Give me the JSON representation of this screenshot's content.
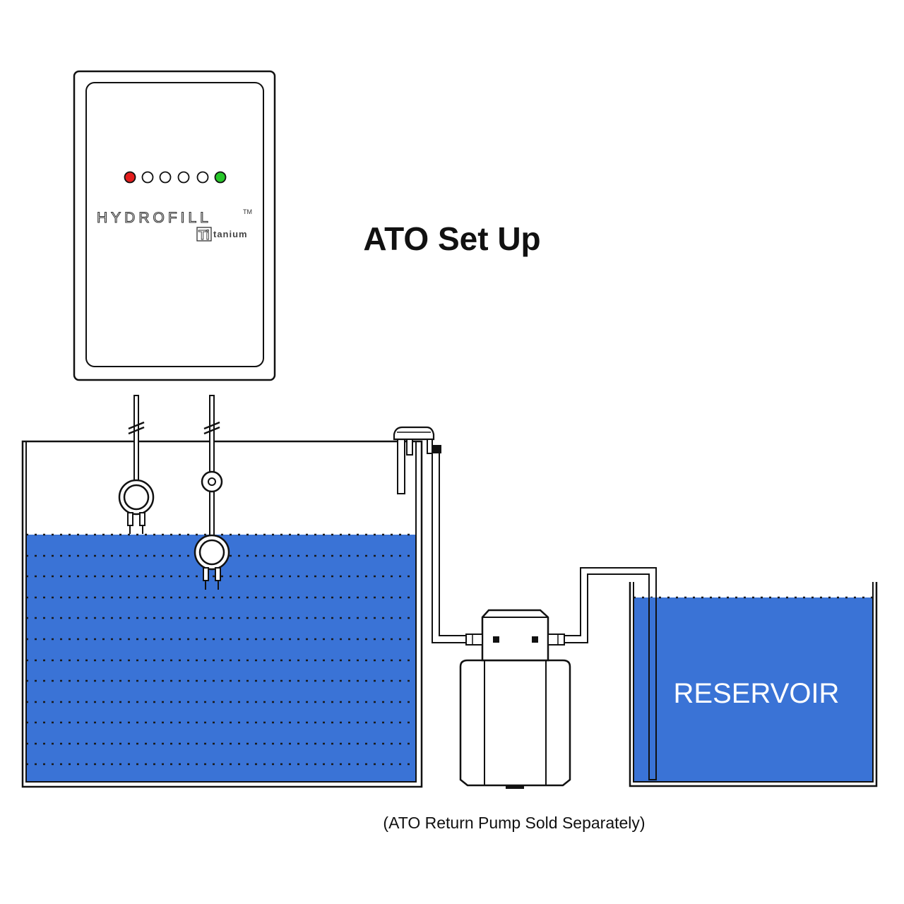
{
  "title": "ATO Set Up",
  "controller": {
    "brand": "HYDROFILL",
    "trademark": "TM",
    "series_badge": "Ti",
    "series_suffix": "tanium",
    "leds": [
      "red",
      "off",
      "off",
      "off",
      "off",
      "green"
    ]
  },
  "reservoir_label": "RESERVOIR",
  "caption": "(ATO Return Pump Sold Separately)",
  "colors": {
    "water": "#3a73d6",
    "led_red": "#e41e1e",
    "led_green": "#27c72a",
    "outline": "#111111"
  },
  "icons": [
    "controller-unit",
    "float-sensor",
    "optical-sensor",
    "ato-pump",
    "tank-clip",
    "tube-break-symbol"
  ]
}
